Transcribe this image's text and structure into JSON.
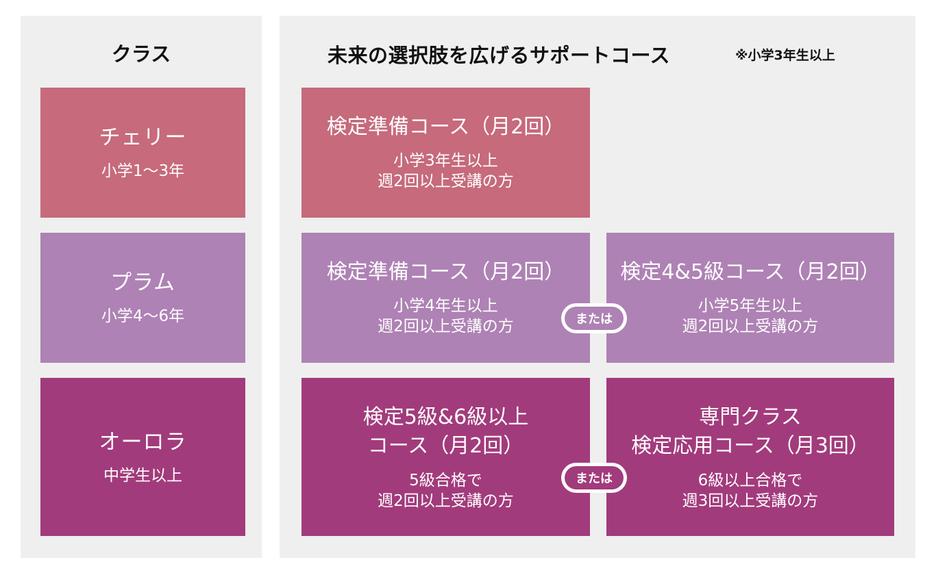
{
  "headers": {
    "class_title": "クラス",
    "support_title": "未来の選択肢を広げるサポートコース",
    "support_note": "※小学3年生以上"
  },
  "classes": [
    {
      "name": "チェリー",
      "grade": "小学1〜3年"
    },
    {
      "name": "プラム",
      "grade": "小学4〜6年"
    },
    {
      "name": "オーロラ",
      "grade": "中学生以上"
    }
  ],
  "courses": {
    "cherry": {
      "title": "検定準備コース（月2回）",
      "line1": "小学3年生以上",
      "line2": "週2回以上受講の方"
    },
    "plum_a": {
      "title": "検定準備コース（月2回）",
      "line1": "小学4年生以上",
      "line2": "週2回以上受講の方"
    },
    "plum_b": {
      "title": "検定4&5級コース（月2回）",
      "line1": "小学5年生以上",
      "line2": "週2回以上受講の方"
    },
    "aurora_a": {
      "title_line1": "検定5級&6級以上",
      "title_line2": "コース（月2回）",
      "line1": "5級合格で",
      "line2": "週2回以上受講の方"
    },
    "aurora_b": {
      "title_line1": "専門クラス",
      "title_line2": "検定応用コース（月3回）",
      "line1": "6級以上合格で",
      "line2": "週3回以上受講の方"
    }
  },
  "connector_label": "または",
  "colors": {
    "cherry": "#c66a7c",
    "plum": "#ae82b4",
    "aurora": "#a23b7c",
    "panel": "#efefef"
  }
}
